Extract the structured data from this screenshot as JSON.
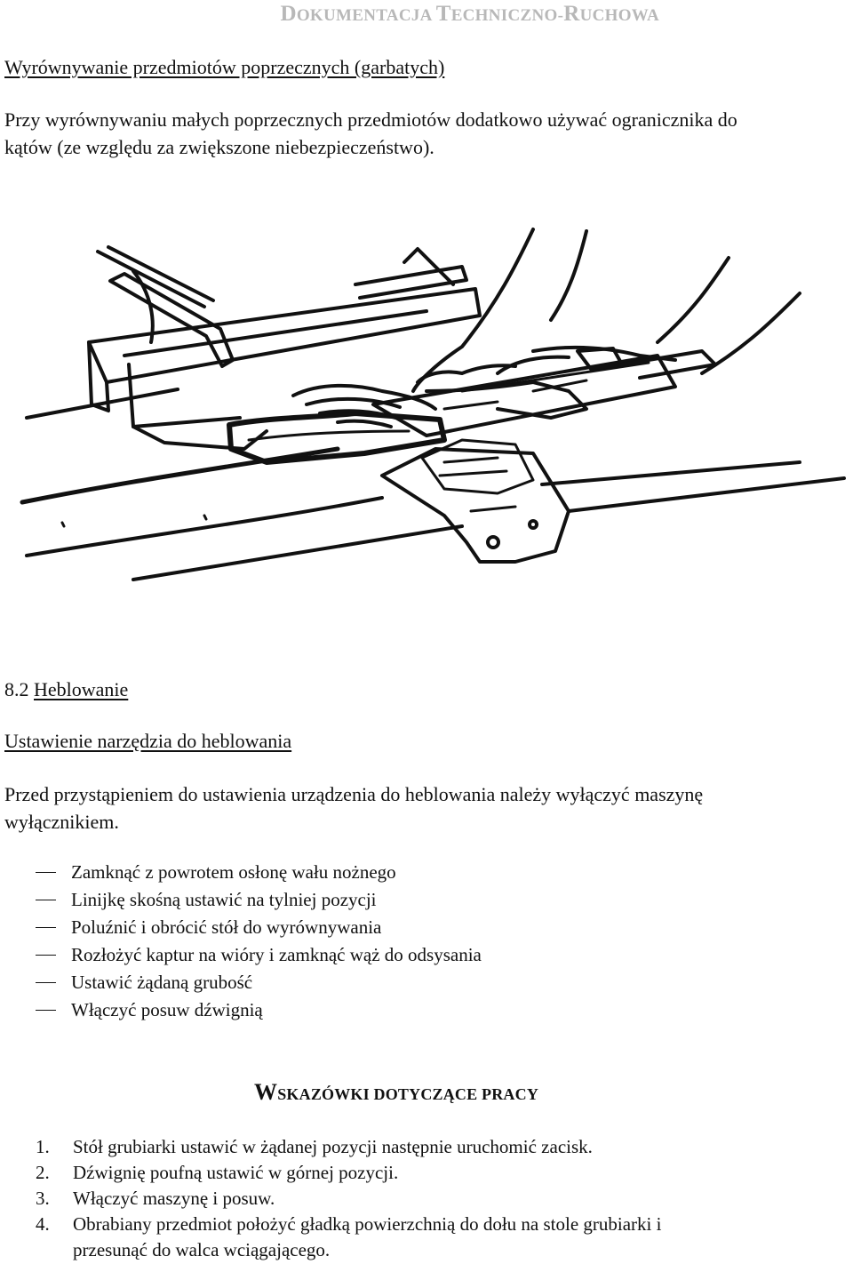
{
  "header": {
    "first_letter_1": "D",
    "rest_1": "OKUMENTACJA",
    "space": " ",
    "first_letter_2": "T",
    "rest_2": "ECHNICZNO",
    "dash": "-",
    "first_letter_3": "R",
    "rest_3": "UCHOWA"
  },
  "section1": {
    "heading": "Wyrównywanie przedmiotów poprzecznych (garbatych)",
    "para_line1": "Przy wyrównywaniu małych poprzecznych przedmiotów dodatkowo używać ogranicznika do",
    "para_line2": "kątów (ze względu za zwiększone niebezpieczeństwo)."
  },
  "illustration": {
    "icon": "planer-jointer-hands-illustration"
  },
  "section2": {
    "number": "8.2",
    "heading": "Heblowanie",
    "subheading": "Ustawienie narzędzia do heblowania",
    "para_line1": "Przed przystąpieniem  do ustawienia urządzenia do heblowania należy wyłączyć maszynę",
    "para_line2": "wyłącznikiem.",
    "bullets": [
      "Zamknąć z powrotem osłonę wału nożnego",
      "Linijkę skośną ustawić na tylniej pozycji",
      "Poluźnić i obrócić stół do wyrównywania",
      "Rozłożyć kaptur na wióry i zamknąć wąż do odsysania",
      "Ustawić żądaną grubość",
      "Włączyć posuw dźwignią"
    ]
  },
  "wskazowki": {
    "first_letter": "W",
    "rest": "SKAZÓWKI DOTYCZĄCE PRACY",
    "items": [
      {
        "n": "1.",
        "text": "Stół grubiarki ustawić w żądanej pozycji następnie uruchomić zacisk."
      },
      {
        "n": "2.",
        "text": "Dźwignię poufną ustawić w górnej pozycji."
      },
      {
        "n": "3.",
        "text": "Włączyć maszynę i posuw."
      },
      {
        "n": "4.",
        "text": "Obrabiany przedmiot położyć gładką powierzchnią do dołu na stole grubiarki i"
      }
    ],
    "item4_cont": "przesunąć do walca wciągającego."
  }
}
